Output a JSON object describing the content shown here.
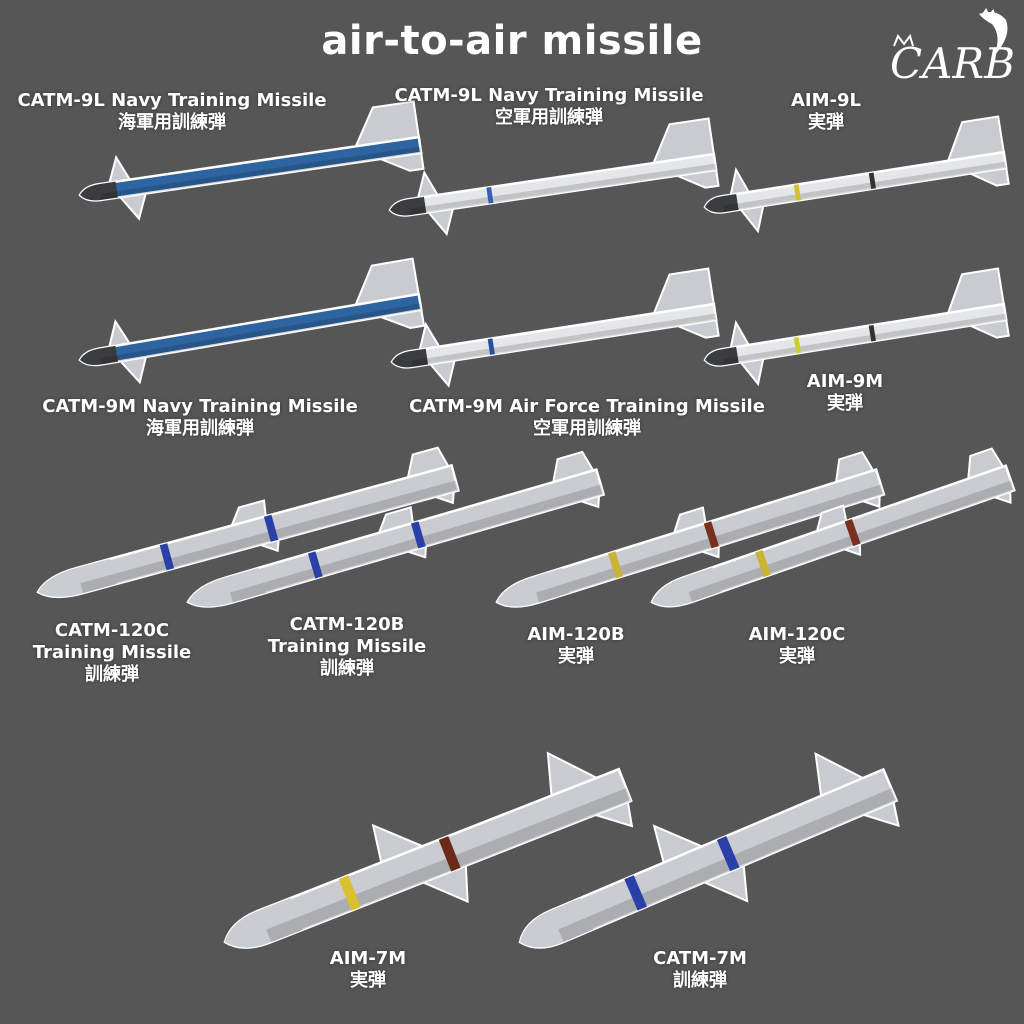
{
  "title": "air-to-air missile",
  "logo_text": "CARB",
  "colors": {
    "background": "#565656",
    "navy_blue": "#2e64a0",
    "white_body": "#e4e6e8",
    "gray_body": "#c9ccd0",
    "text": "#ffffff"
  },
  "missiles": [
    {
      "name": "CATM-9L Navy Training Missile",
      "jp": "海軍用訓練弾",
      "body": "navy_blue"
    },
    {
      "name": "CATM-9L Navy Training Missile",
      "jp": "空軍用訓練弾",
      "body": "white_body"
    },
    {
      "name": "AIM-9L",
      "jp": "実弾",
      "body": "white_body"
    },
    {
      "name": "CATM-9M Navy Training Missile",
      "jp": "海軍用訓練弾",
      "body": "navy_blue"
    },
    {
      "name": "CATM-9M Air Force Training Missile",
      "jp": "空軍用訓練弾",
      "body": "white_body"
    },
    {
      "name": "AIM-9M",
      "jp": "実弾",
      "body": "white_body"
    },
    {
      "name": "CATM-120C",
      "name2": "Training Missile",
      "jp": "訓練弾",
      "body": "gray_body"
    },
    {
      "name": "CATM-120B",
      "name2": "Training Missile",
      "jp": "訓練弾",
      "body": "gray_body"
    },
    {
      "name": "AIM-120B",
      "jp": "実弾",
      "body": "gray_body"
    },
    {
      "name": "AIM-120C",
      "jp": "実弾",
      "body": "gray_body"
    },
    {
      "name": "AIM-7M",
      "jp": "実弾",
      "body": "gray_body"
    },
    {
      "name": "CATM-7M",
      "jp": "訓練弾",
      "body": "gray_body"
    }
  ]
}
